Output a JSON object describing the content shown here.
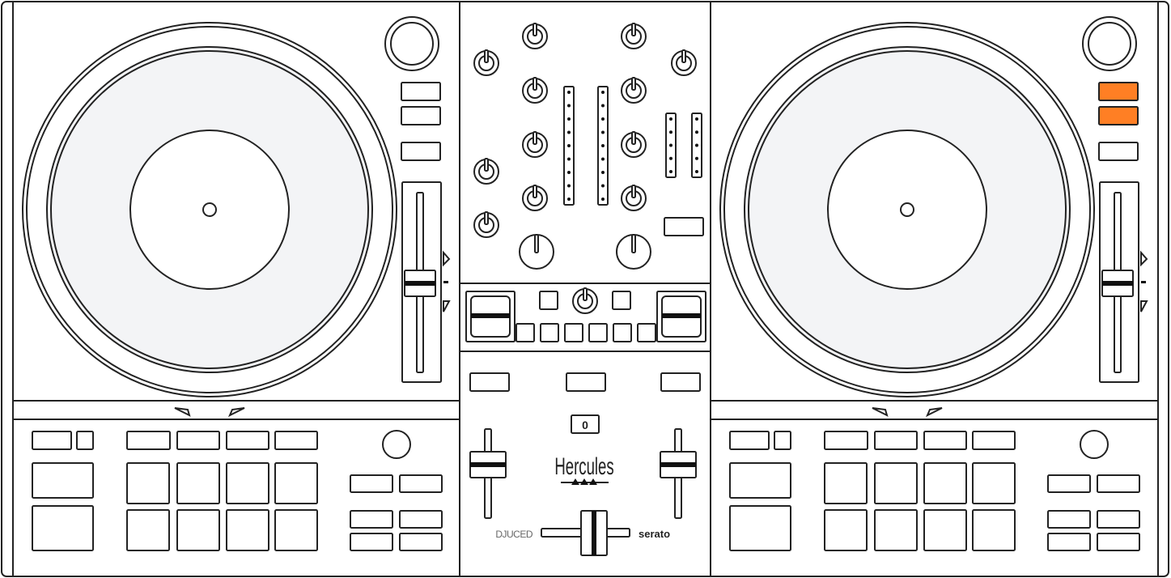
{
  "device": {
    "brand_logo": "Hercules",
    "software_left": "DJUCED",
    "software_right": "serato",
    "display_value": "0"
  },
  "colors": {
    "line": "#222222",
    "platter_fill": "#f3f4f6",
    "highlight": "#ff7f24"
  },
  "decks": [
    {
      "id": "left",
      "highlighted_buttons": []
    },
    {
      "id": "right",
      "highlighted_buttons": [
        0,
        1
      ]
    }
  ]
}
